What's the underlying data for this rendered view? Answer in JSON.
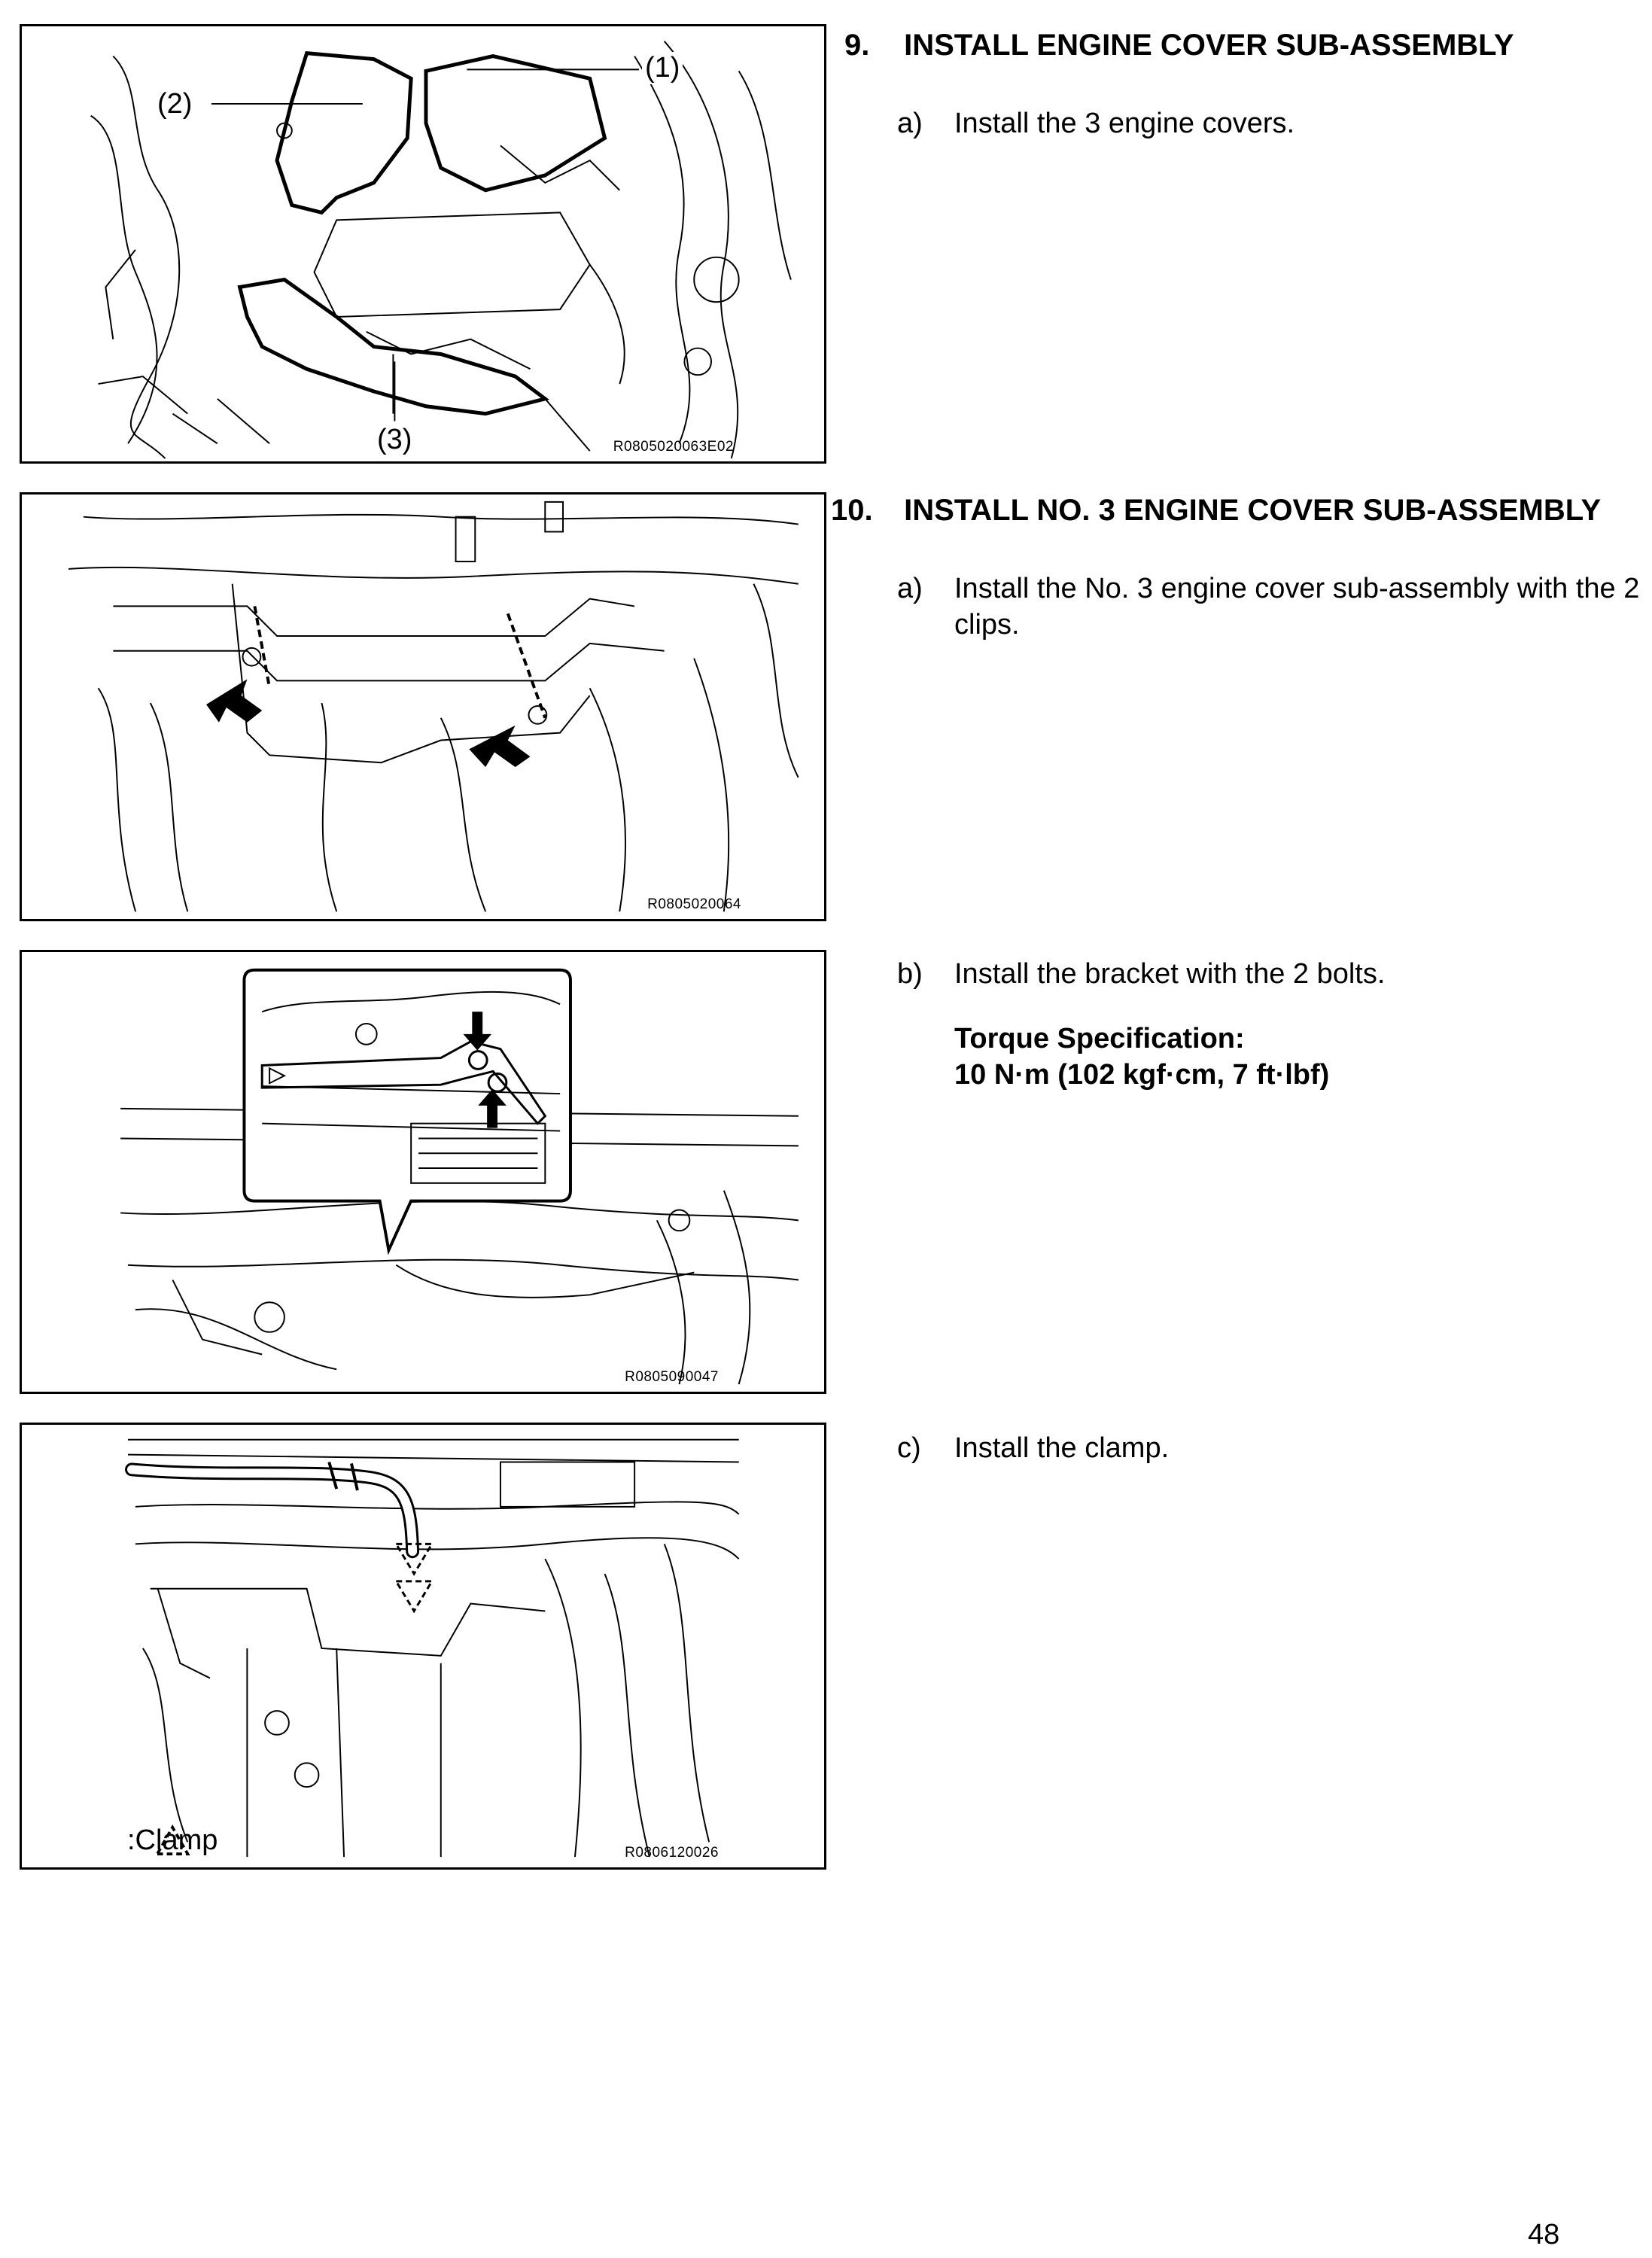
{
  "steps": [
    {
      "number": "9.",
      "title": "INSTALL ENGINE COVER SUB-ASSEMBLY",
      "substeps": [
        {
          "letter": "a)",
          "text": "Install the 3 engine covers."
        }
      ],
      "figure": {
        "code": "R0805020063E02",
        "callouts": [
          "(1)",
          "(2)",
          "(3)"
        ]
      }
    },
    {
      "number": "10.",
      "title": "INSTALL NO. 3 ENGINE COVER SUB-ASSEMBLY",
      "substeps": [
        {
          "letter": "a)",
          "text": "Install the No. 3 engine cover sub-assembly with the 2 clips."
        },
        {
          "letter": "b)",
          "text": "Install the bracket with the 2 bolts.",
          "spec_title": "Torque Specification:",
          "spec_value": "10 N·m (102 kgf·cm, 7 ft·lbf)"
        },
        {
          "letter": "c)",
          "text": "Install the clamp."
        }
      ],
      "figures": [
        {
          "code": "R0805020064"
        },
        {
          "code": "R0805090047"
        },
        {
          "code": "R0806120026",
          "legend": ":Clamp"
        }
      ]
    }
  ],
  "page_number": "48",
  "icons": [
    "arrow-icon",
    "clamp-triangle-icon"
  ]
}
